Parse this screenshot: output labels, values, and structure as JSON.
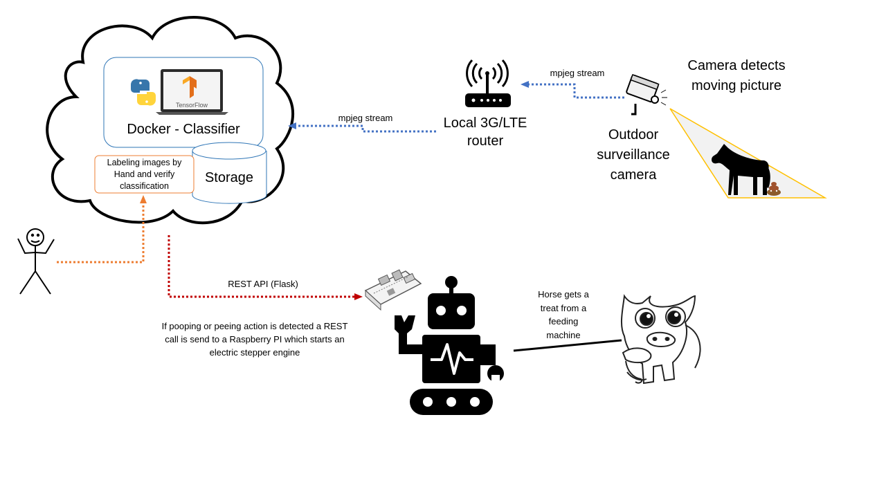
{
  "docker": {
    "title": "Docker - Classifier",
    "tensorflow_logo_text": "TensorFlow"
  },
  "storage": {
    "label": "Storage"
  },
  "labeling": {
    "text": [
      "Labeling images by",
      "Hand and verify",
      "classification"
    ]
  },
  "router": {
    "label": [
      "Local 3G/LTE",
      "router"
    ]
  },
  "camera": {
    "label": [
      "Outdoor",
      "surveillance",
      "camera"
    ],
    "detects": [
      "Camera detects",
      "moving picture"
    ]
  },
  "links": {
    "router_to_docker": "mpjeg stream",
    "camera_to_router": "mpjeg stream",
    "docker_to_pi": "REST API (Flask)"
  },
  "action_note": [
    "If pooping or peeing action is detected a REST",
    "call is send to a Raspberry PI which starts an",
    "electric stepper engine"
  ],
  "horse_note": [
    "Horse gets a",
    "treat from a",
    "feeding",
    "machine"
  ],
  "colors": {
    "blue_link": "#4472c4",
    "orange_link": "#ed7d31",
    "red_link": "#c00000",
    "cone": "#ffc000"
  }
}
